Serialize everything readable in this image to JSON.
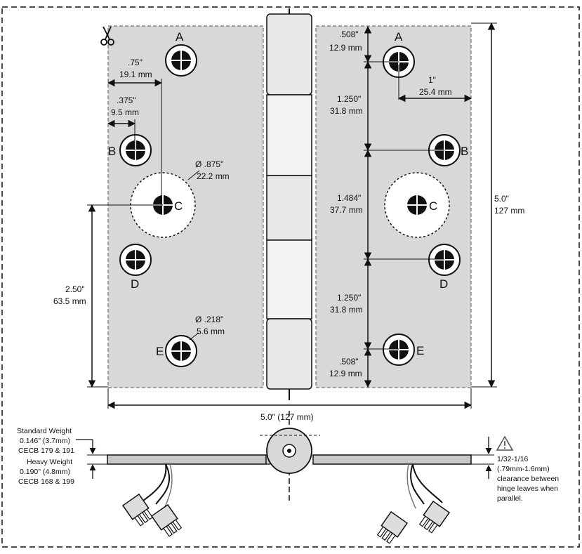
{
  "hole_labels": {
    "left": {
      "a": "A",
      "b": "B",
      "c": "C",
      "d": "D",
      "e": "E"
    },
    "right": {
      "a": "A",
      "b": "B",
      "c": "C",
      "d": "D",
      "e": "E"
    }
  },
  "dimensions": {
    "left_075_in": ".75\"",
    "left_075_mm": "19.1 mm",
    "left_0375_in": ".375\"",
    "left_0375_mm": "9.5 mm",
    "big_hole_in": "Ø .875\"",
    "big_hole_mm": "22.2 mm",
    "small_hole_in": "Ø .218\"",
    "small_hole_mm": "5.6 mm",
    "left_250_in": "2.50\"",
    "left_250_mm": "63.5 mm",
    "top_508_in": ".508\"",
    "top_508_mm": "12.9 mm",
    "right_1_in": "1\"",
    "right_1_mm": "25.4 mm",
    "ab_1250_in": "1.250\"",
    "ab_1250_mm": "31.8 mm",
    "bd_1484_in": "1.484\"",
    "bd_1484_mm": "37.7 mm",
    "de_1250_in": "1.250\"",
    "de_1250_mm": "31.8 mm",
    "bottom_508_in": ".508\"",
    "bottom_508_mm": "12.9 mm",
    "height_in": "5.0\"",
    "height_mm": "127 mm",
    "width": "5.0\" (127 mm)"
  },
  "weights": {
    "standard_title": "Standard Weight",
    "standard_value": "0.146\" (3.7mm)",
    "standard_codes": "CECB 179 & 191",
    "heavy_title": "Heavy Weight",
    "heavy_value": "0.190\" (4.8mm)",
    "heavy_codes": "CECB 168 & 199"
  },
  "clearance": {
    "line1": "1/32-1/16",
    "line2": "(.79mm-1.6mm)",
    "line3": "clearance between",
    "line4": "hinge leaves when",
    "line5": "parallel."
  },
  "icons": {
    "scissors": "scissors-icon",
    "warning": "warning-icon"
  },
  "colors": {
    "leaf": "#d8d8d8",
    "knuckle": "#e8e8e8",
    "line": "#111111"
  }
}
